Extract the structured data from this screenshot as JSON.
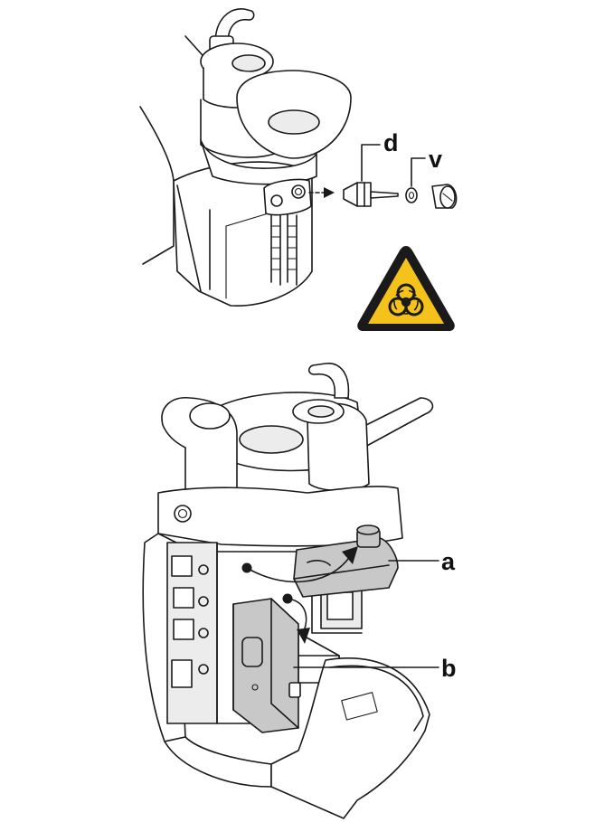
{
  "top_view": {
    "callouts": [
      {
        "id": "d",
        "label": "d"
      },
      {
        "id": "v",
        "label": "v"
      }
    ],
    "warning_sign": {
      "icon": "biohazard-icon",
      "color": "#f4c21a",
      "border": "#1a1a1a"
    }
  },
  "bottom_view": {
    "callouts": [
      {
        "id": "a",
        "label": "a"
      },
      {
        "id": "b",
        "label": "b"
      }
    ]
  },
  "colors": {
    "line": "#1a1a1a",
    "part_fill": "#c8c8c8",
    "warning_yellow": "#f4c21a"
  }
}
